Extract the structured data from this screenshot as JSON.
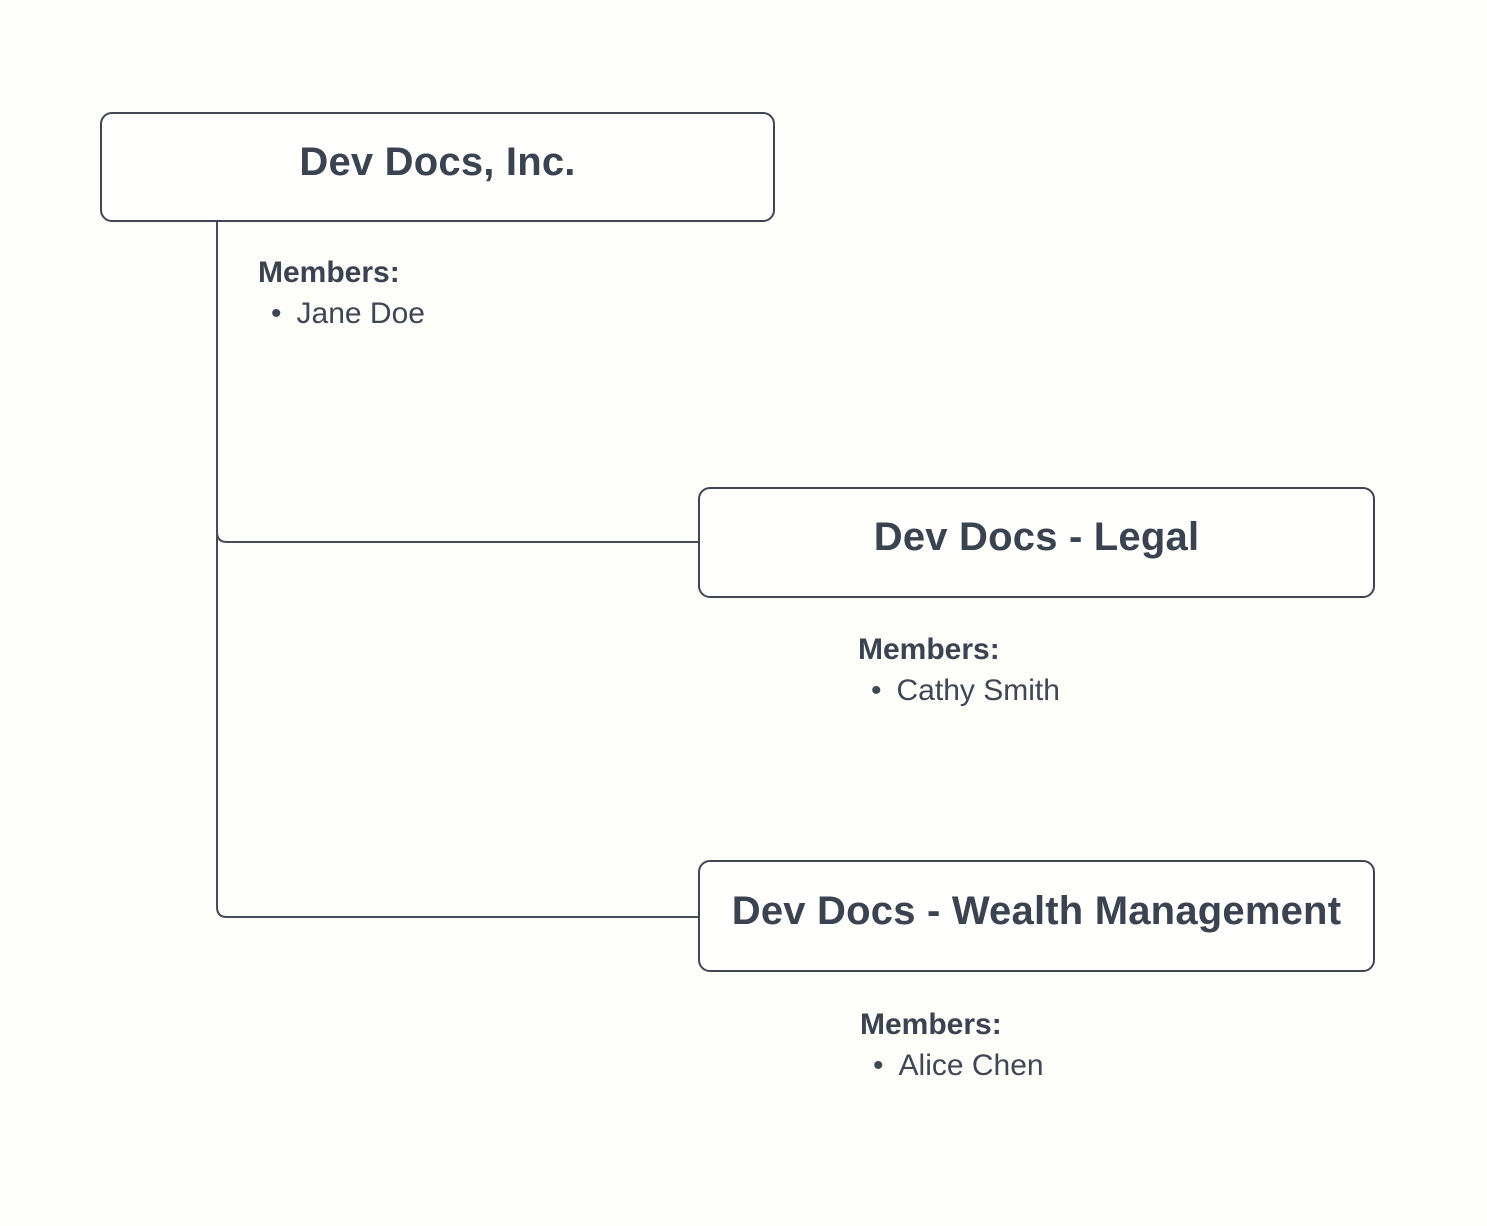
{
  "diagram": {
    "type": "org-chart",
    "list_bullet": "•",
    "colors": {
      "background": "#fdfdfa",
      "box_fill": "#fffffe",
      "box_border": "#3f4650",
      "connector": "#474d56",
      "title_text": "#3b4250",
      "body_text": "#3f4754"
    },
    "nodes": [
      {
        "id": "root",
        "title": "Dev Docs, Inc.",
        "members_label": "Members:",
        "members": [
          "Jane Doe"
        ]
      },
      {
        "id": "legal",
        "title": "Dev Docs - Legal",
        "members_label": "Members:",
        "members": [
          "Cathy Smith"
        ]
      },
      {
        "id": "wealth",
        "title": "Dev Docs - Wealth Management",
        "members_label": "Members:",
        "members": [
          "Alice Chen"
        ]
      }
    ],
    "edges": [
      {
        "from": "root",
        "to": "legal"
      },
      {
        "from": "root",
        "to": "wealth"
      }
    ]
  }
}
